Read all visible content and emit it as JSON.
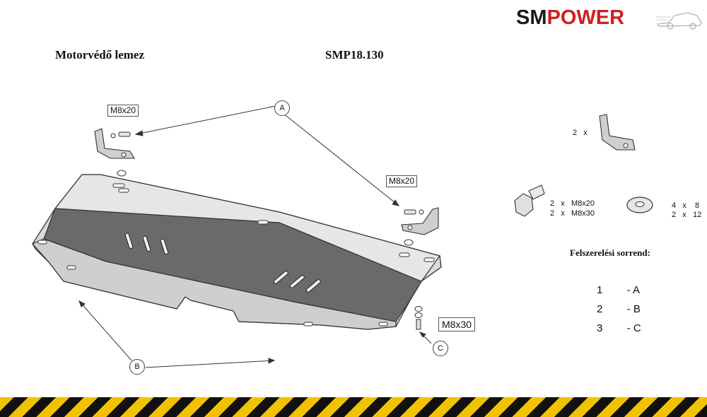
{
  "brand": {
    "sm": "SM",
    "power": "POWER"
  },
  "header": {
    "product_name": "Motorvédő lemez",
    "product_code": "SMP18.130"
  },
  "bolt_labels": {
    "top_left": "M8x20",
    "top_right": "M8x20",
    "bottom": "M8x30"
  },
  "callouts": {
    "a": "A",
    "b": "B",
    "c": "C"
  },
  "parts": {
    "bracket_qty": "2   x",
    "bolts": [
      "2   x   M8x20",
      "2   x   M8x30"
    ],
    "washers": [
      "4   x    8",
      "2   x   12"
    ]
  },
  "sequence": {
    "title": "Felszerelési sorrend:",
    "rows": [
      {
        "num": "1",
        "letter": "- A"
      },
      {
        "num": "2",
        "letter": "- B"
      },
      {
        "num": "3",
        "letter": "- C"
      }
    ]
  },
  "colors": {
    "brand_red": "#d21f1f",
    "hazard_yellow": "#f2c200",
    "hazard_black": "#111111"
  }
}
